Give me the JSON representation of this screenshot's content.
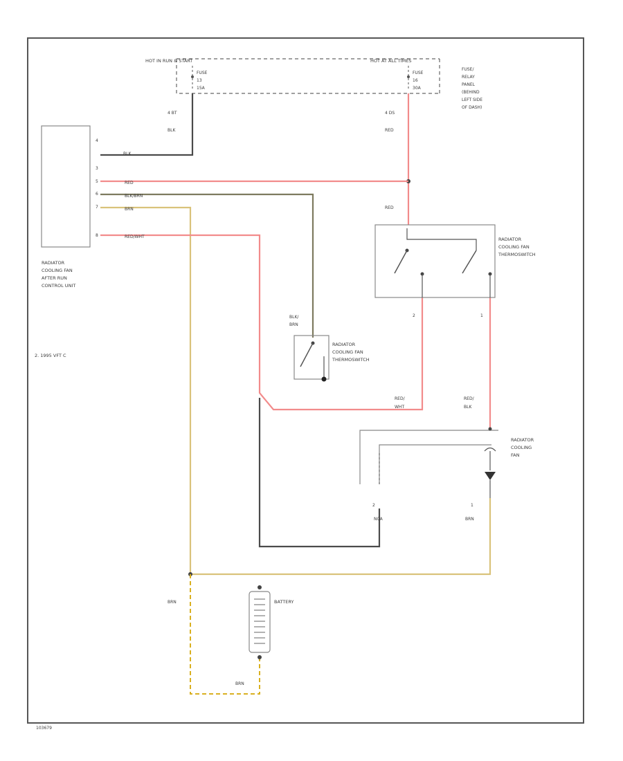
{
  "colors": {
    "black_wire": "#4a4a4a",
    "red_wire": "#f28b8b",
    "yellow_wire": "#d9c27a",
    "olive_wire": "#7d7a5e",
    "frame": "#555555"
  },
  "fuse_panel": {
    "hot_start_label": "HOT IN RUN & START",
    "hot_always_label": "HOT AT ALL TIMES",
    "fuse_left": [
      "FUSE",
      "13",
      "15A"
    ],
    "fuse_right": [
      "FUSE",
      "16",
      "30A"
    ],
    "panel_label": [
      "FUSE/",
      "RELAY",
      "PANEL",
      "(BEHIND",
      "LEFT SIDE",
      "OF DASH)"
    ]
  },
  "control_unit": {
    "pins": [
      "4",
      "3",
      "5",
      "6",
      "7",
      "8"
    ],
    "label": [
      "RADIATOR",
      "COOLING FAN",
      "AFTER RUN",
      "CONTROL UNIT"
    ]
  },
  "note": "2. 1995 VFT C",
  "wires": {
    "w_4_bk_size": "4 BT",
    "w_4_bk_color": "BLK",
    "w_4_color": "BLK",
    "w_5_color": "RED",
    "w_6_color": "BLK/BRN",
    "w_7_color": "BRN",
    "w_8_color": "RED/WHT",
    "w_red_size": "4 DS",
    "w_red_color": "RED",
    "w_red_lower": "RED",
    "w_blk_brn": [
      "BLK/",
      "BRN"
    ],
    "w_red_wht": [
      "RED/",
      "WHT"
    ],
    "w_red_blk": [
      "RED/",
      "BLK"
    ],
    "w_nca": "NCA",
    "w_brn_fan": "BRN",
    "w_brn_left": "BRN",
    "w_brn_bottom": "BRN"
  },
  "thermo_switch_dual": {
    "label": [
      "RADIATOR",
      "COOLING FAN",
      "THERMOSWITCH"
    ],
    "pin_left": "2",
    "pin_right": "1"
  },
  "thermo_switch_single": {
    "label": [
      "RADIATOR",
      "COOLING FAN",
      "THERMOSWITCH"
    ]
  },
  "fan": {
    "label": [
      "RADIATOR",
      "COOLING",
      "FAN"
    ],
    "pin_left": "2",
    "pin_right": "1"
  },
  "battery": {
    "label": "BATTERY"
  },
  "footer": "103679"
}
